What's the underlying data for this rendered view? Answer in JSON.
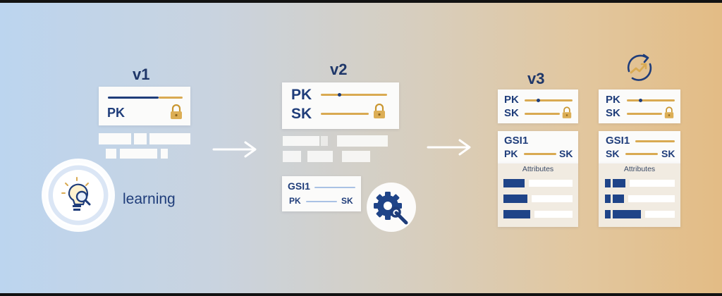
{
  "colors": {
    "navy": "#1f3d7a",
    "gold": "#d9aa52",
    "light_blue": "#a9c2e4"
  },
  "v1": {
    "version_label": "v1",
    "pk_label": "PK",
    "caption": "learning",
    "icon": "lightbulb-magnifier-icon"
  },
  "v2": {
    "version_label": "v2",
    "pk_label": "PK",
    "sk_label": "SK",
    "gsi_title": "GSI1",
    "gsi_pk": "PK",
    "gsi_sk": "SK",
    "icon": "gear-wrench-icon"
  },
  "v3": {
    "version_label": "v3",
    "icon": "refresh-trend-icon",
    "tables": [
      {
        "pk_label": "PK",
        "sk_label": "SK",
        "gsi_title": "GSI1",
        "gsi_pk": "PK",
        "gsi_sk": "SK",
        "attributes_label": "Attributes"
      },
      {
        "pk_label": "PK",
        "sk_label": "SK",
        "gsi_title": "GSI1",
        "gsi_pk": "SK",
        "gsi_sk": "SK",
        "attributes_label": "Attributes"
      }
    ]
  }
}
